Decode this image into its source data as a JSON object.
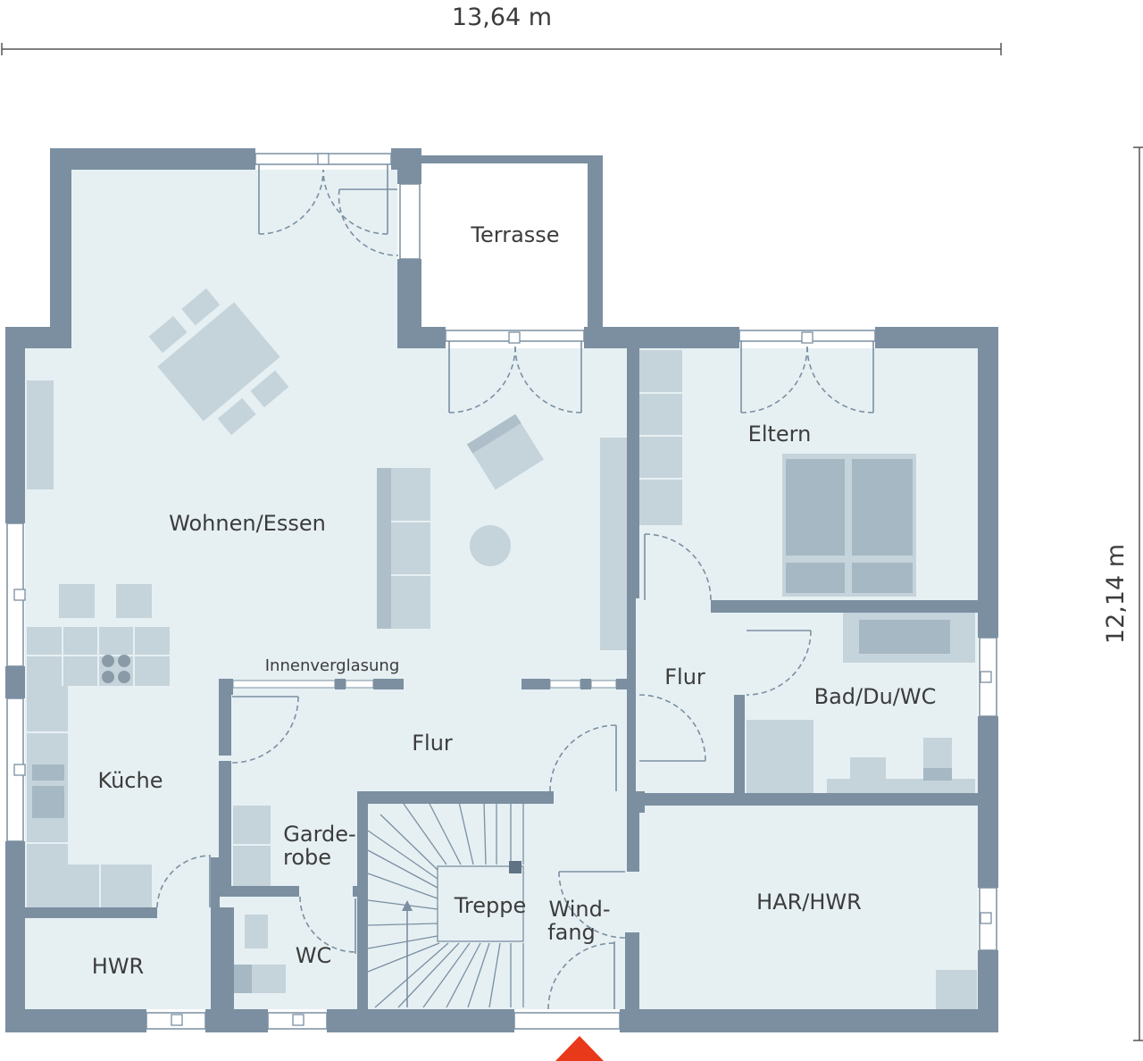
{
  "dimensions": {
    "width_label": "13,64 m",
    "depth_label": "12,14 m"
  },
  "rooms": {
    "terrasse": "Terrasse",
    "wohnen": "Wohnen/Essen",
    "eltern": "Eltern",
    "flur_right": "Flur",
    "flur_center": "Flur",
    "bad": "Bad/Du/WC",
    "kueche": "Küche",
    "innenverglasung": "Innenverglasung",
    "garderobe_1": "Garde-",
    "garderobe_2": "robe",
    "treppe": "Treppe",
    "windfang_1": "Wind-",
    "windfang_2": "fang",
    "har": "HAR/HWR",
    "hwr": "HWR",
    "wc": "WC"
  },
  "colors": {
    "wall": "#7b8fa1",
    "floor": "#e6f0f3",
    "furniture": "#c5d3db",
    "entrance": "#e8391a"
  }
}
